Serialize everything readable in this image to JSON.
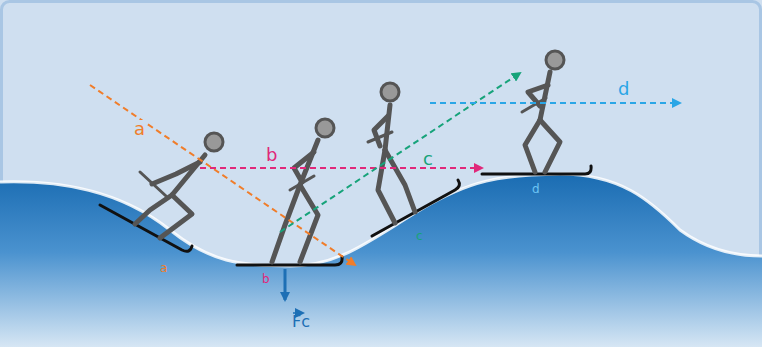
{
  "diagram": {
    "labels": [
      "a",
      "b",
      "c",
      "d",
      "a",
      "b",
      "c",
      "d",
      "Fc"
    ]
  }
}
